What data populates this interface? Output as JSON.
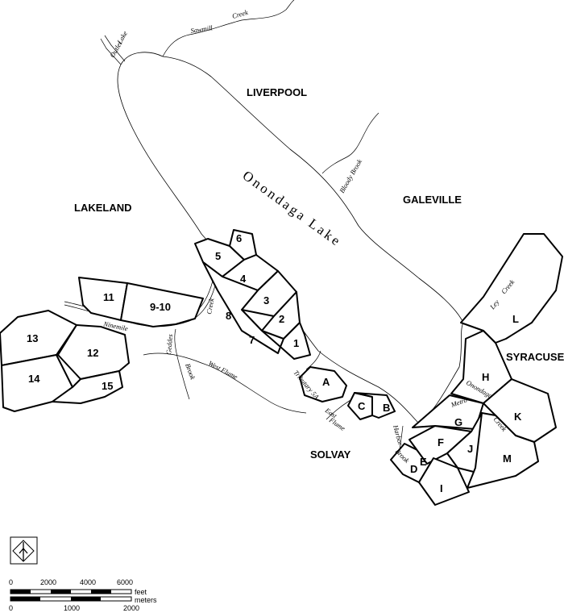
{
  "towns": {
    "liverpool": "LIVERPOOL",
    "lakeland": "LAKELAND",
    "galeville": "GALEVILLE",
    "solvay": "SOLVAY",
    "syracuse": "SYRACUSE"
  },
  "lake_name": "Onondaga Lake",
  "waterways": {
    "sawmill": "Sawmill",
    "creek_top": "Creek",
    "lake_outlet_1": "Lake",
    "lake_outlet_2": "Outlet",
    "bloody_brook": "Bloody Brook",
    "ninemile": "Ninemile",
    "creek_ninemile": "Creek",
    "geddes": "Geddes",
    "brook_geddes": "Brook",
    "west_flume": "West Flume",
    "tributary": "Tributary 5A",
    "east": "East",
    "flume": "Flume",
    "harbor": "Harbor",
    "brook_harbor": "Brook",
    "ley": "Ley",
    "creek_ley": "Creek",
    "onondaga": "Onondaga",
    "metro": "Metro",
    "creek_onondaga": "Creek"
  },
  "sites_numbered": {
    "s1": "1",
    "s2": "2",
    "s3": "3",
    "s4": "4",
    "s5": "5",
    "s6": "6",
    "s7": "7",
    "s8": "8",
    "s9_10": "9-10",
    "s11": "11",
    "s12": "12",
    "s13": "13",
    "s14": "14",
    "s15": "15"
  },
  "sites_lettered": {
    "A": "A",
    "B": "B",
    "C": "C",
    "D": "D",
    "E": "E",
    "F": "F",
    "G": "G",
    "H": "H",
    "I": "I",
    "J": "J",
    "K": "K",
    "L": "L",
    "M": "M"
  },
  "scale": {
    "feet_ticks": [
      "0",
      "2000",
      "4000",
      "6000"
    ],
    "feet_unit": "feet",
    "meter_ticks": [
      "0",
      "1000",
      "2000"
    ],
    "meter_unit": "meters"
  },
  "icons": {
    "north": "north-arrow-icon"
  }
}
